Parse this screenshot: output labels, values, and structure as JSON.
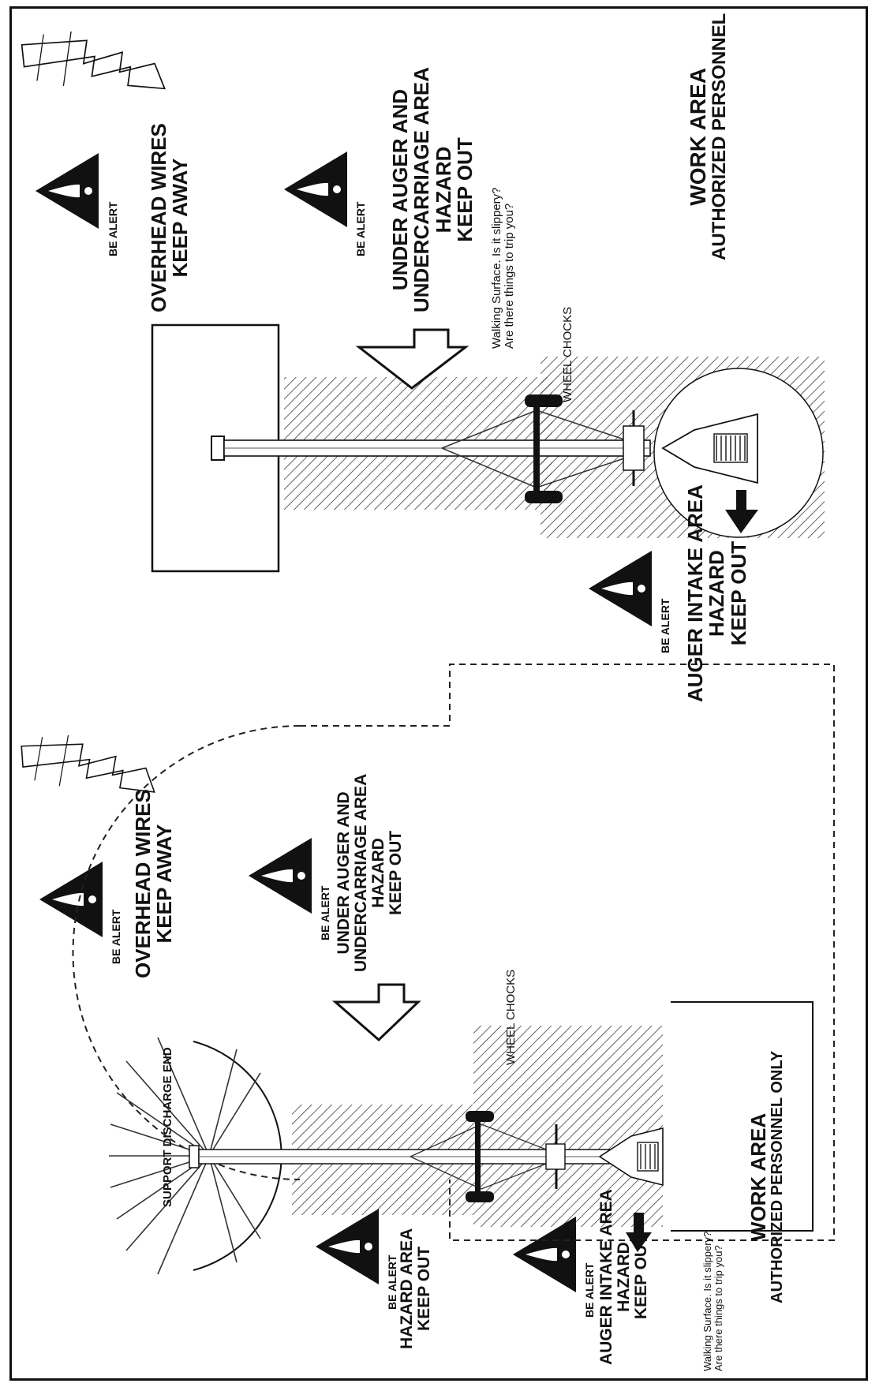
{
  "badge": {
    "text": "BE ALERT"
  },
  "top_diagram": {
    "overhead": [
      "OVERHEAD WIRES",
      "KEEP AWAY"
    ],
    "under_auger": [
      "UNDER AUGER AND",
      "UNDERCARRIAGE AREA",
      "HAZARD",
      "KEEP OUT"
    ],
    "walking": [
      "Walking Surface. Is it slippery?",
      "Are there things to trip you?"
    ],
    "wheel_chocks": "WHEEL CHOCKS",
    "work_area": [
      "WORK AREA",
      "AUTHORIZED PERSONNEL"
    ],
    "intake": [
      "AUGER INTAKE AREA",
      "HAZARD",
      "KEEP OUT"
    ]
  },
  "bottom_diagram": {
    "overhead": [
      "OVERHEAD WIRES",
      "KEEP AWAY"
    ],
    "under_auger": [
      "UNDER AUGER AND",
      "UNDERCARRIAGE AREA",
      "HAZARD",
      "KEEP OUT"
    ],
    "support": "SUPPORT DISCHARGE END",
    "wheel_chocks": "WHEEL CHOCKS",
    "hazard_area": [
      "HAZARD AREA",
      "KEEP OUT"
    ],
    "intake": [
      "AUGER INTAKE AREA",
      "HAZARD",
      "KEEP OUT"
    ],
    "work_area": [
      "WORK AREA",
      "AUTHORIZED PERSONNEL ONLY"
    ],
    "walking": [
      "Walking Surface. Is it slippery?",
      "Are there things to trip you?"
    ]
  }
}
